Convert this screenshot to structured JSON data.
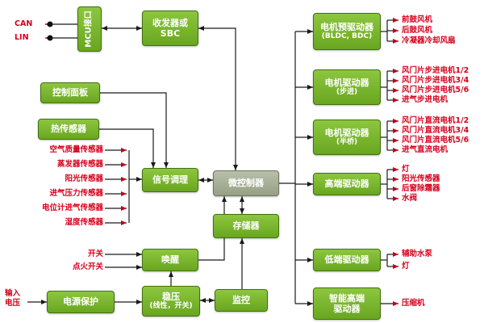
{
  "diagram_type": "hvac-control-block-diagram",
  "colors": {
    "box_green": "#76b82a",
    "box_gray": "#a5ab95",
    "label_red": "#d5001c",
    "line": "#1a1a1a"
  },
  "nodes": {
    "mcu_interface": "MCU接口",
    "transceiver": {
      "l1": "收发器或",
      "l2": "SBC"
    },
    "control_panel": "控制面板",
    "thermal_sensor": "热传感器",
    "signal_conditioning": "信号调理",
    "microcontroller": "微控制器",
    "memory": "存储器",
    "wakeup": "唤醒",
    "power_protection": "电源保护",
    "regulator": {
      "l1": "稳压",
      "l2": "(线性，开关)"
    },
    "monitor": "监控",
    "motor_predriver": {
      "l1": "电机预驱动器",
      "l2": "(BLDC, BDC)"
    },
    "motor_driver_stepper": {
      "l1": "电机驱动器",
      "l2": "(步进)"
    },
    "motor_driver_halfbridge": {
      "l1": "电机驱动器",
      "l2": "(半桥)"
    },
    "high_side_driver": "高端驱动器",
    "low_side_driver": "低端驱动器",
    "smart_high_side_driver": {
      "l1": "智能高端",
      "l2": "驱动器"
    }
  },
  "inputs": {
    "can": "CAN",
    "lin": "LIN",
    "sensors": [
      "空气质量传感器",
      "蒸发器传感器",
      "阳光传感器",
      "进气压力传感器",
      "电位计进气传感器",
      "湿度传感器"
    ],
    "switches": [
      "开关",
      "点火开关"
    ],
    "input_voltage": {
      "l1": "输入",
      "l2": "电压"
    }
  },
  "outputs": {
    "predriver": [
      "前鼓风机",
      "后鼓风机",
      "冷凝器冷却风扇"
    ],
    "stepper": [
      "风门片步进电机1/2",
      "风门片步进电机3/4",
      "风门片步进电机5/6",
      "进气步进电机"
    ],
    "halfbridge": [
      "风门片直流电机1/2",
      "风门片直流电机3/4",
      "风门片直流电机5/6",
      "进气直流电机"
    ],
    "highside": [
      "灯",
      "阳光传感器",
      "后窗除霜器",
      "水阀"
    ],
    "lowside": [
      "辅助水泵",
      "灯"
    ],
    "smart": [
      "压缩机"
    ]
  }
}
